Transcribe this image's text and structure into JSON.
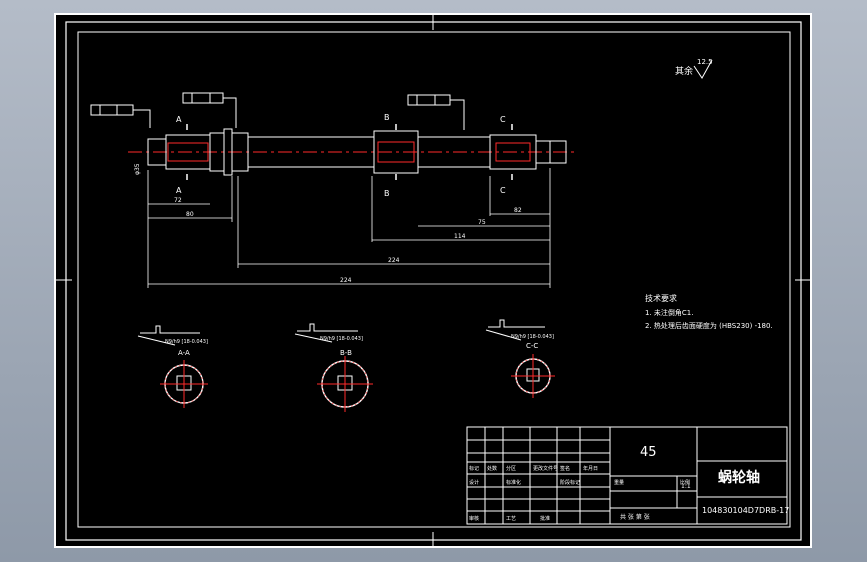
{
  "colors": {
    "background": "#000000",
    "line": "#ffffff",
    "centerline": "#ff2a2a",
    "hatch": "#ff2a2a",
    "frame_gray": "#9aa4b2"
  },
  "surface_note": {
    "label": "其余",
    "roughness": "12.5"
  },
  "section_letters": {
    "a": "A",
    "b": "B",
    "c": "C"
  },
  "dimensions": {
    "d1": "72",
    "d2": "80",
    "d3": "82",
    "d4": "75",
    "d5": "114",
    "d6": "224",
    "dia": "φ35"
  },
  "tech_requirements": {
    "title": "技术要求",
    "item1": "1. 未注倒角C1.",
    "item2": "2. 热处理后齿面硬度为 (HBS230) -180."
  },
  "sections": [
    {
      "name": "A-A",
      "tol": "N9/h9  [18-0.043]"
    },
    {
      "name": "B-B",
      "tol": "N9/h9  [18-0.043]"
    },
    {
      "name": "C-C",
      "tol": "N9/h9  [18-0.043]"
    }
  ],
  "title_block": {
    "material": "45",
    "part_name": "蜗轮轴",
    "drawing_no": "104830104D7DRB-17",
    "row_labels": [
      "标记",
      "处数",
      "分区",
      "更改文件号",
      "签名",
      "年月日"
    ],
    "row_labels2": [
      "设计",
      "标准化",
      "阶段标记",
      "重量",
      "比例"
    ],
    "row_labels3": [
      "审核",
      "工艺",
      "批准"
    ],
    "ratio": "1:1",
    "sheet": "共 张 第 张"
  }
}
